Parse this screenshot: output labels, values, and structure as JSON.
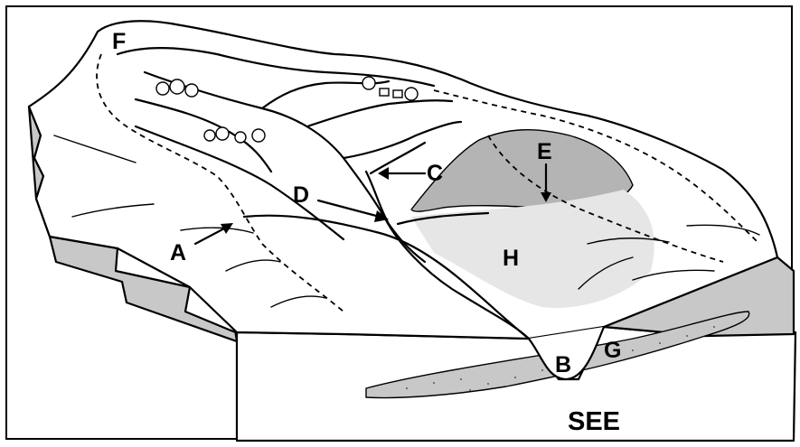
{
  "labels": {
    "a": "A",
    "b": "B",
    "c": "C",
    "d": "D",
    "e": "E",
    "f": "F",
    "g": "G",
    "h": "H",
    "see": "SEE"
  },
  "colors": {
    "outline": "#000000",
    "shade": "#c8c8c8",
    "dark_shade": "#b4b4b4",
    "background": "#ffffff"
  }
}
